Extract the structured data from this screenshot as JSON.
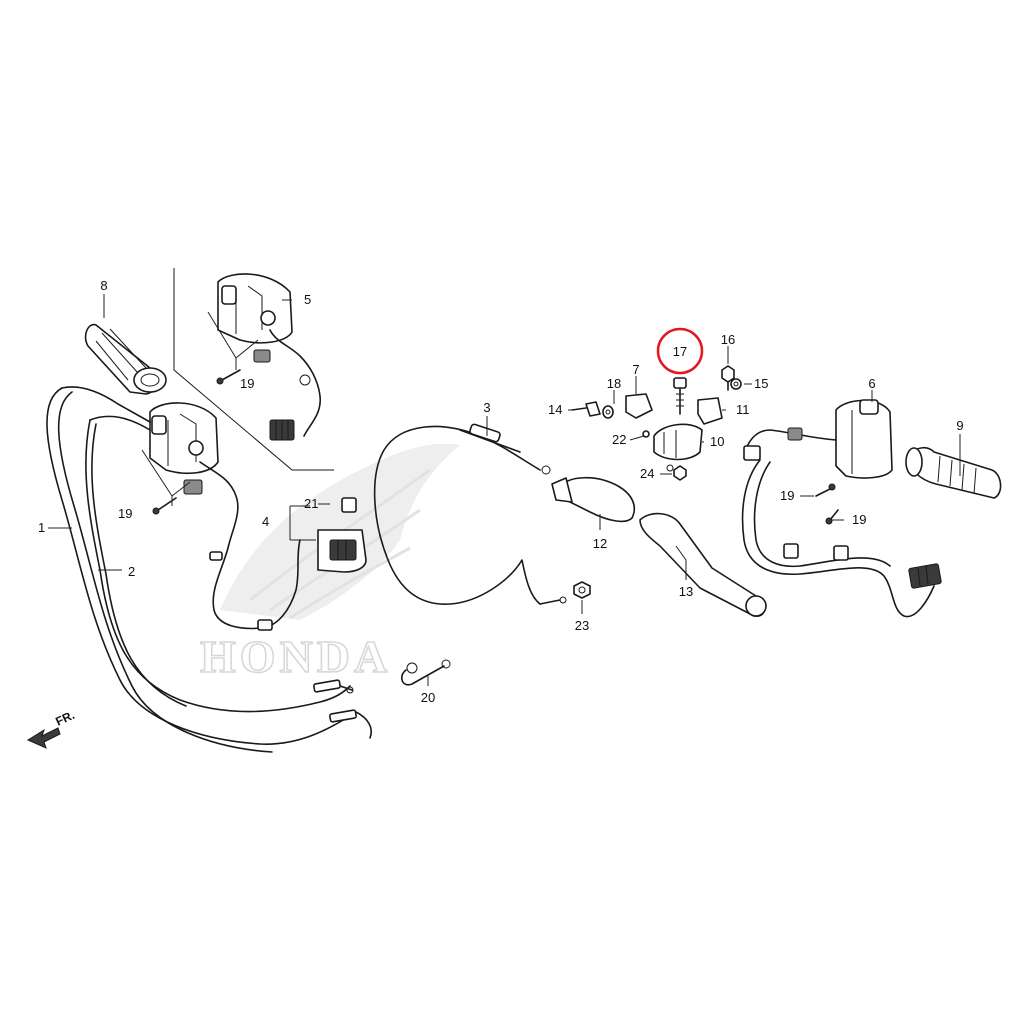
{
  "diagram": {
    "watermark_text": "HONDA",
    "direction_label": "FR.",
    "highlight_color": "#e0191e",
    "callouts": {
      "c1": "1",
      "c2": "2",
      "c3": "3",
      "c4": "4",
      "c5": "5",
      "c6": "6",
      "c7": "7",
      "c8": "8",
      "c9": "9",
      "c10": "10",
      "c11": "11",
      "c12": "12",
      "c13": "13",
      "c14": "14",
      "c15": "15",
      "c16": "16",
      "c17": "17",
      "c18": "18",
      "c19a": "19",
      "c19b": "19",
      "c19c": "19",
      "c19d": "19",
      "c20": "20",
      "c21": "21",
      "c22": "22",
      "c23": "23",
      "c24": "24"
    }
  }
}
